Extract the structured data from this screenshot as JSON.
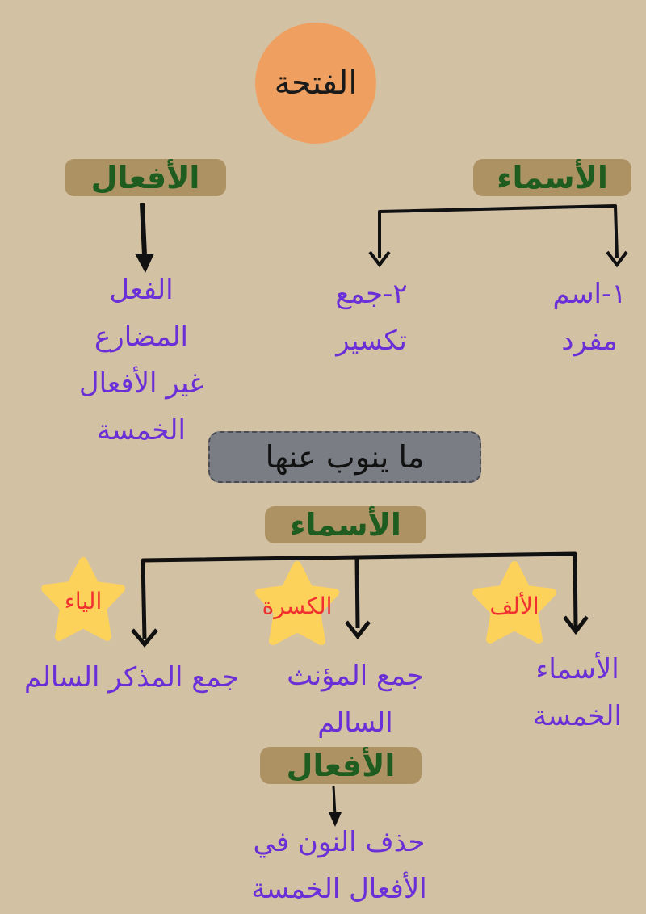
{
  "title": "الفتحة",
  "top": {
    "nouns_label": "الأسماء",
    "verbs_label": "الأفعال",
    "noun_items": [
      {
        "line1": "١-اسم",
        "line2": "مفرد"
      },
      {
        "line1": "٢-جمع",
        "line2": "تكسير"
      }
    ],
    "verb_item": [
      "الفعل",
      "المضارع",
      "غير الأفعال",
      "الخمسة"
    ]
  },
  "substitute_label": "ما ينوب عنها",
  "bottom": {
    "nouns_label": "الأسماء",
    "stars": [
      {
        "label": "الألف",
        "item": [
          "الأسماء",
          "الخمسة"
        ]
      },
      {
        "label": "الكسرة",
        "item": [
          "جمع المؤنث",
          "السالم"
        ]
      },
      {
        "label": "الياء",
        "item": [
          "جمع المذكر السالم"
        ]
      }
    ],
    "verbs_label": "الأفعال",
    "verbs_item": [
      "حذف النون في",
      "الأفعال الخمسة"
    ]
  },
  "colors": {
    "background": "#d3c1a4",
    "circle": "#efa060",
    "pill": "#ad9364",
    "pill_text": "#1f5c1f",
    "purple_text": "#6a2fd6",
    "star": "#fcd25a",
    "star_text": "#f03030",
    "gray_box": "#7b7d84"
  }
}
